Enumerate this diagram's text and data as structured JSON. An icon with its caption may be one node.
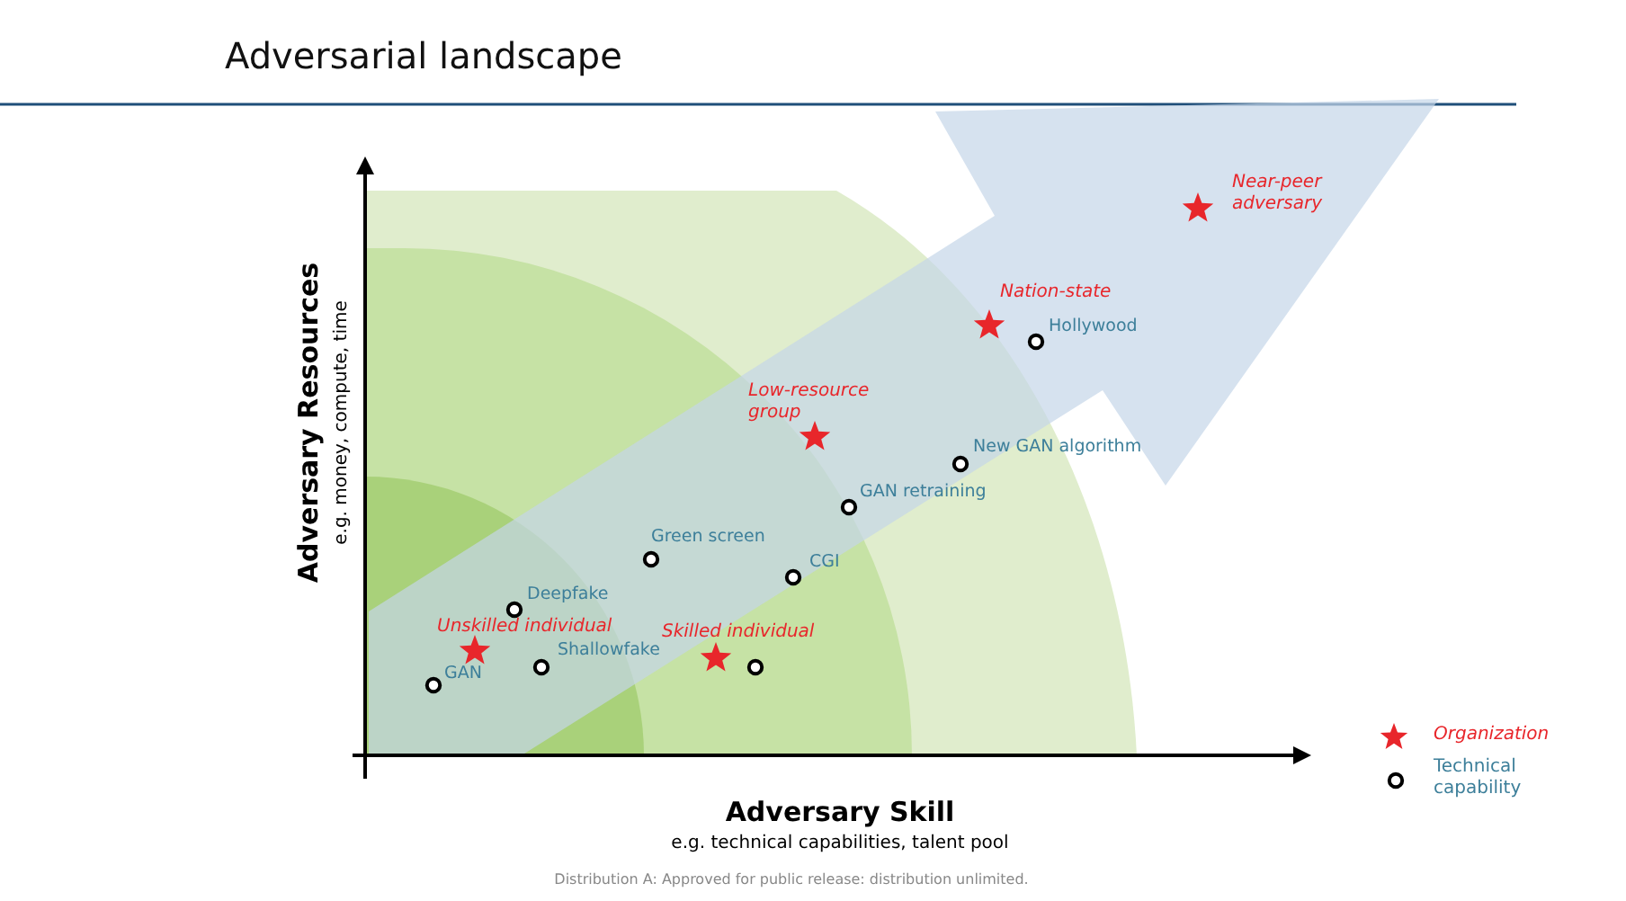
{
  "diagram": {
    "title": "Adversarial landscape",
    "caption": "Distribution A: Approved for public release: distribution unlimited.",
    "labels": [
      "Near-peer adversary",
      "Nation-state",
      "Hollywood",
      "Low-resource group",
      "New GAN algorithm",
      "GAN retraining",
      "Green screen",
      "CGI",
      "Deepfake",
      "Unskilled individual",
      "Skilled individual",
      "Shallowfake",
      "GAN",
      "Adversary Resources",
      "e.g. money, compute, time",
      "Adversary Skill",
      "e.g. technical capabilities, talent pool"
    ],
    "legend": [
      {
        "text": "Organization"
      },
      {
        "text": "Technical capability"
      }
    ]
  }
}
